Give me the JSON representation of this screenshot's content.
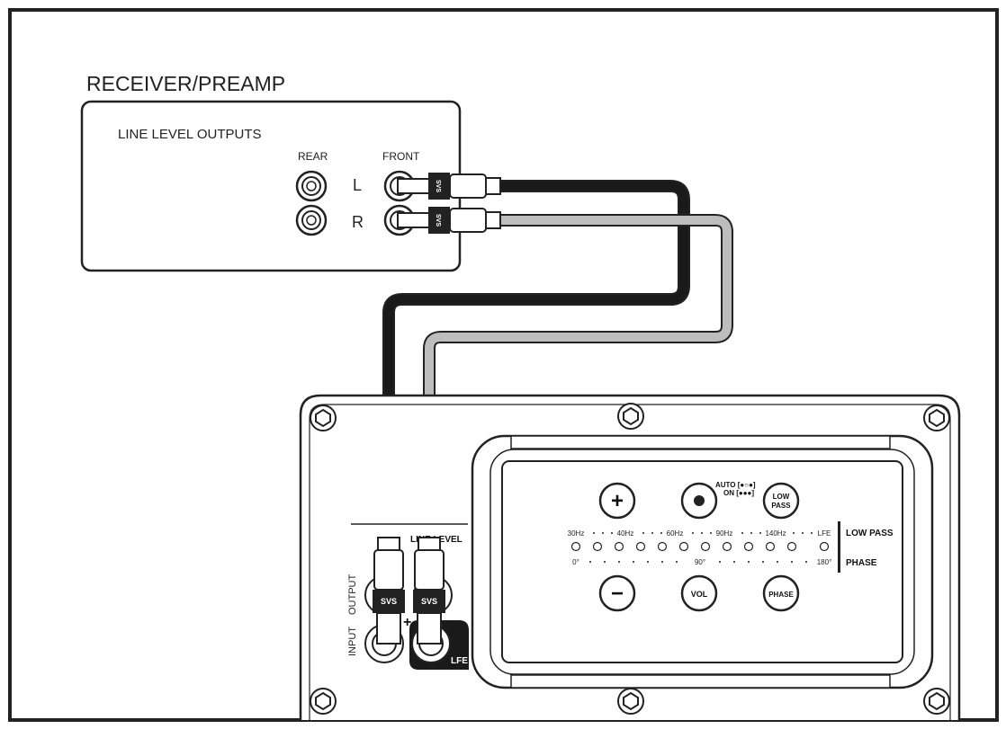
{
  "receiver": {
    "title": "RECEIVER/PREAMP",
    "section_label": "LINE LEVEL OUTPUTS",
    "col_rear": "REAR",
    "col_front": "FRONT",
    "row_l": "L",
    "row_r": "R"
  },
  "connector_brand": "SVS",
  "subwoofer": {
    "line_level_label": "LINE LEVEL",
    "output_label": "OUTPUT",
    "input_label": "INPUT",
    "lfe_label": "LFE",
    "plus_sign": "+",
    "controls": {
      "plus": "+",
      "minus": "−",
      "auto_label": "AUTO [●○●]",
      "on_label": "ON [●●●]",
      "low_pass_button_1": "LOW",
      "low_pass_button_2": "PASS",
      "vol_button": "VOL",
      "phase_button": "PHASE",
      "freq_labels": [
        "30Hz",
        "40Hz",
        "60Hz",
        "90Hz",
        "140Hz",
        "LFE"
      ],
      "phase_labels": [
        "0°",
        "90°",
        "180°"
      ],
      "legend_low_pass": "LOW PASS",
      "legend_phase": "PHASE"
    }
  },
  "colors": {
    "left_cable": "#1a1a1a",
    "right_cable": "#bdbdbd",
    "outline": "#222222"
  }
}
